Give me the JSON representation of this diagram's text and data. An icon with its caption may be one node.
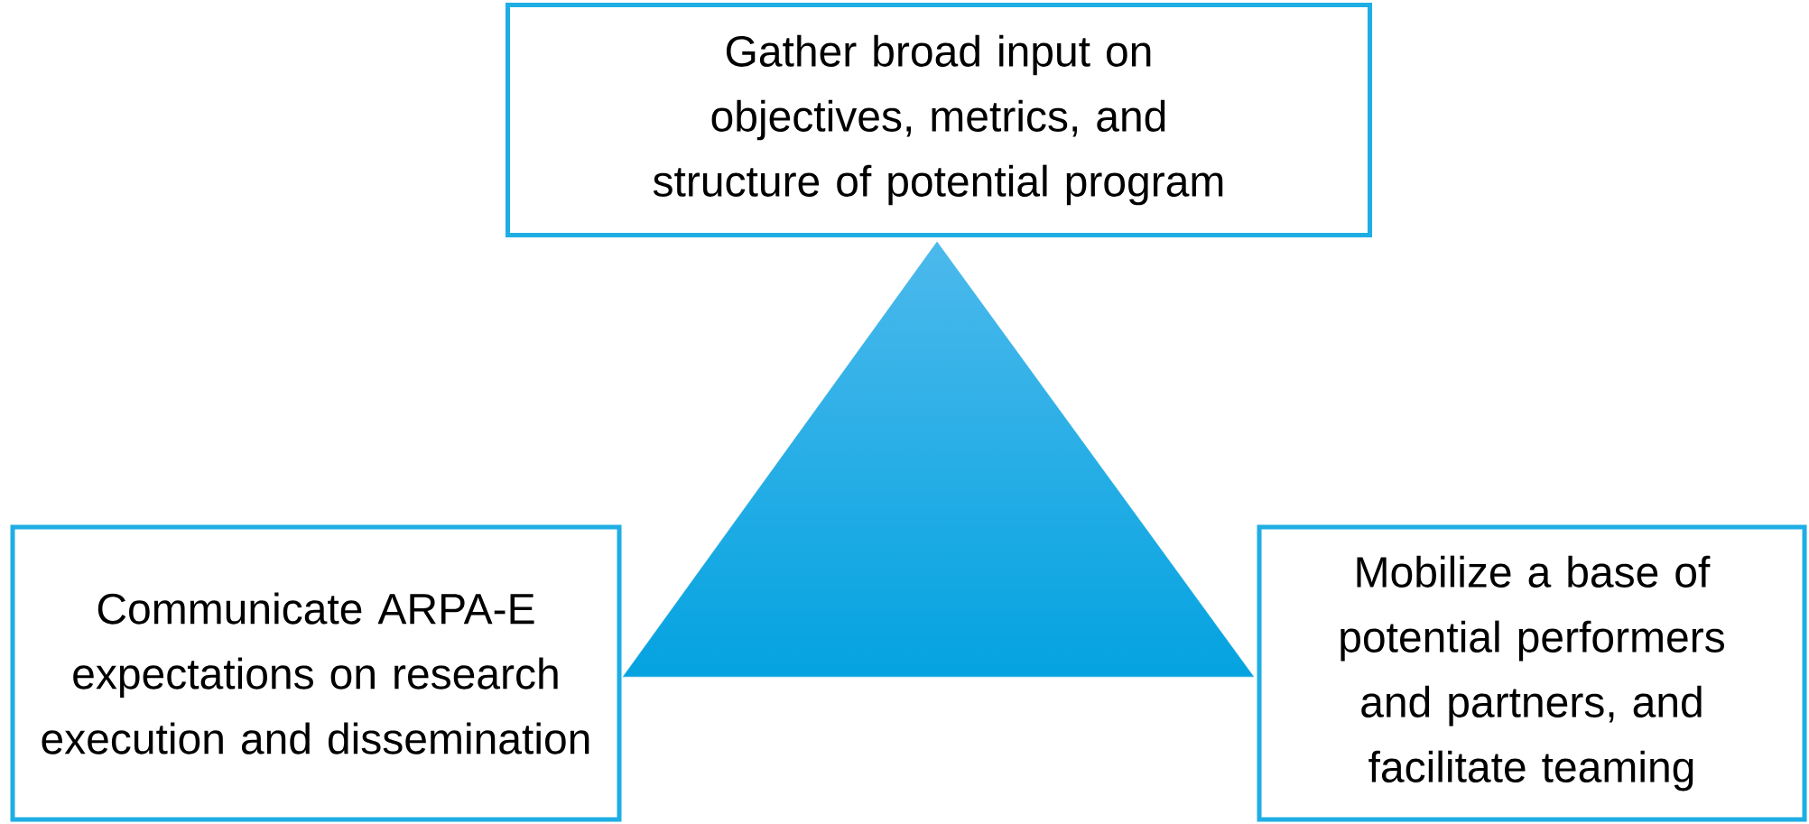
{
  "diagram": {
    "nodes": [
      {
        "text": [
          "Gather broad input on objectives, metrics, and structure of potential program"
        ]
      },
      {
        "text": [
          "Communicate ARPA-E expectations on research execution and dissemination"
        ]
      },
      {
        "text": [
          "Mobilize a base of potential performers and partners, and facilitate teaming"
        ]
      }
    ]
  }
}
